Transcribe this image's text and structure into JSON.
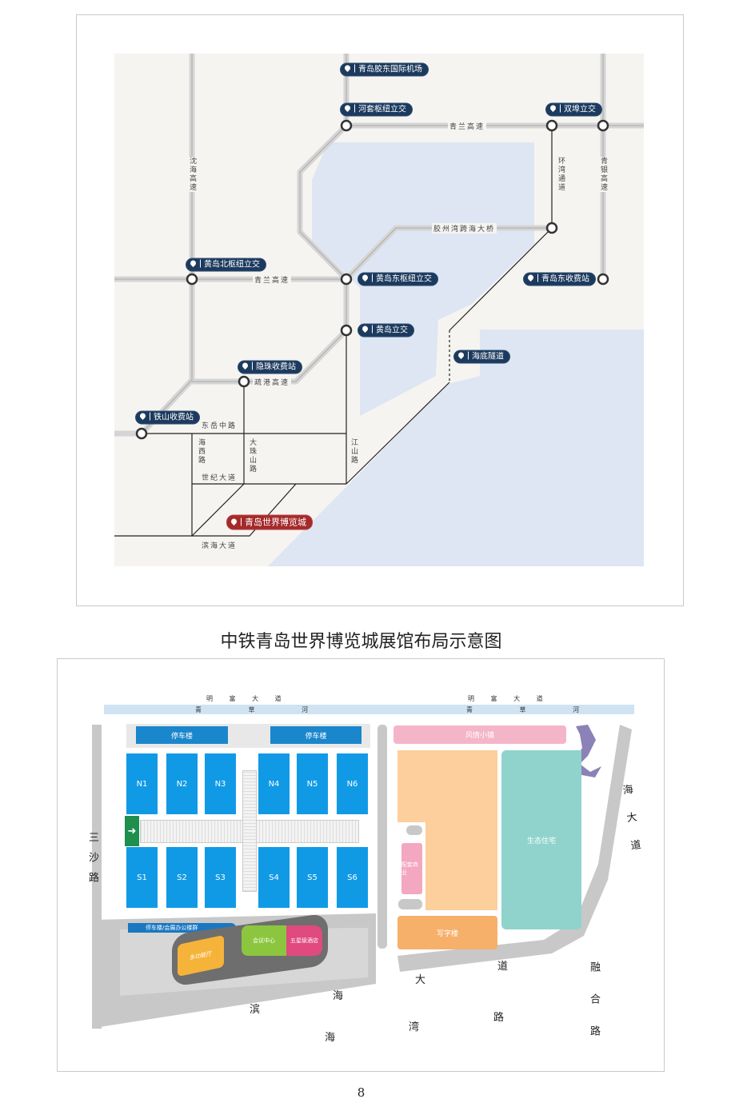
{
  "top_map": {
    "pins": [
      {
        "label": "青岛胶东国际机场"
      },
      {
        "label": "河套枢纽立交"
      },
      {
        "label": "双埠立交"
      },
      {
        "label": "黄岛北枢纽立交"
      },
      {
        "label": "黄岛东枢纽立交"
      },
      {
        "label": "青岛东收费站"
      },
      {
        "label": "黄岛立交"
      },
      {
        "label": "海底隧道"
      },
      {
        "label": "隐珠收费站"
      },
      {
        "label": "铁山收费站"
      },
      {
        "label": "青岛世界博览城",
        "highlight": true
      }
    ],
    "roads": {
      "qinglan_1": "青兰高速",
      "qinglan_2": "青兰高速",
      "shenhai": "沈海高速",
      "huanwan": "环湾通道",
      "qingyin": "青银高速",
      "bridge": "胶州湾跨海大桥",
      "jihai": "疏港高速",
      "dongyue": "东岳中路",
      "haixi": "海西路",
      "dazhushan": "大珠山路",
      "jiangshan": "江山路",
      "shiji": "世纪大道",
      "binhai": "滨海大道"
    },
    "colors": {
      "water": "#dde6f2",
      "land": "#f6f4f1",
      "road": "#d5d5d5",
      "pin": "#1c3a5e",
      "highlight": "#a52a2a"
    }
  },
  "layout_title": "中铁青岛世界博览城展馆布局示意图",
  "bottom_map": {
    "streets": {
      "mingfu_1": "明 富 大 道",
      "mingfu_2": "明 富 大 道",
      "river_1": "青 草 河",
      "river_2": "青 草 河",
      "sansha": "三沙路",
      "east": "海大道",
      "binhai": [
        "滨",
        "海",
        "大",
        "道"
      ],
      "haiwan": [
        "海",
        "湾",
        "路"
      ],
      "ronghe": "融合路"
    },
    "parking": [
      "停车楼",
      "停车楼"
    ],
    "halls_north": [
      "N1",
      "N2",
      "N3",
      "N4",
      "N5",
      "N6"
    ],
    "halls_south": [
      "S1",
      "S2",
      "S3",
      "S4",
      "S5",
      "S6"
    ],
    "zones": {
      "town": "风情小镇",
      "residential": "生态住宅",
      "commercial": "配套商业",
      "office": "写字楼",
      "office_parking": "停车楼/会展办公楼群",
      "conference": "会议中心",
      "hotel": "五星级酒店",
      "hall": "多功能厅"
    },
    "colors": {
      "hall": "#109ae6",
      "town": "#f5b5c8",
      "orange": "#fccf9c",
      "teal": "#8fd3cc",
      "green": "#8cc63f",
      "hotel": "#e04a7f",
      "yellow": "#f6b33a",
      "entrance": "#1f8f4e"
    }
  },
  "page_number": "8"
}
